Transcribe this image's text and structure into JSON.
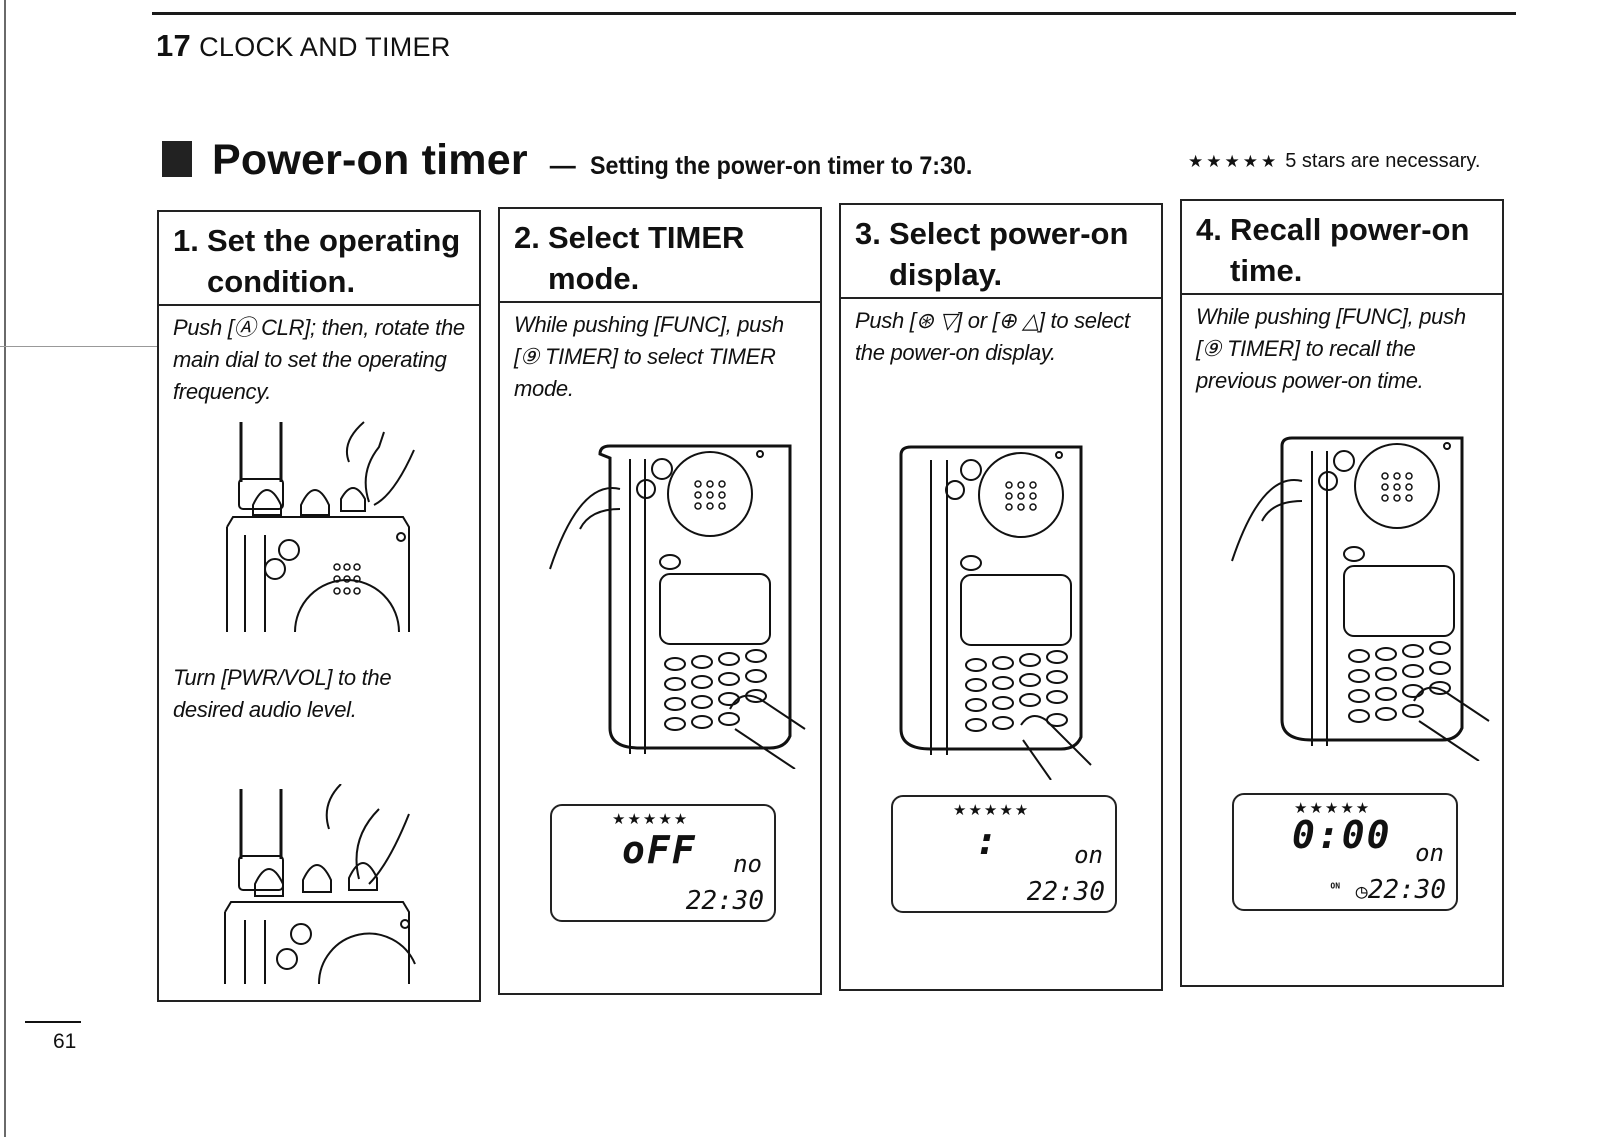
{
  "chapter": {
    "number": "17",
    "title": "CLOCK AND TIMER"
  },
  "section": {
    "title": "Power-on timer",
    "dash": "—",
    "subtitle": "Setting the power-on timer to 7:30.",
    "note_stars": "★★★★★",
    "note_text": "5 stars are necessary."
  },
  "steps": [
    {
      "number": "1.",
      "title_line1": "Set the operating",
      "title_line2": "condition.",
      "instruction": "Push [Ⓐ CLR]; then, rotate the main dial to set the operating frequency.",
      "instruction2": "Turn [PWR/VOL] to the desired audio level.",
      "illustration_1": "radio-top-finger-on-main-dial",
      "illustration_2": "radio-top-finger-on-pwr-vol-knob"
    },
    {
      "number": "2.",
      "title_line1": "Select TIMER",
      "title_line2": "mode.",
      "instruction": "While pushing [FUNC], push [⑨ TIMER] to select TIMER mode.",
      "illustration": "radio-front-func-and-keypad-press",
      "lcd": {
        "stars": "★★★★★",
        "main": "oFF",
        "mode": "no",
        "clock": "22:30"
      }
    },
    {
      "number": "3.",
      "title_line1": "Select power-on",
      "title_line2": "display.",
      "instruction": "Push [⊛ ▽] or [⊕ △] to select the power-on display.",
      "illustration": "radio-front-keypad-press",
      "lcd": {
        "stars": "★★★★★",
        "main": ":",
        "mode": "on",
        "clock": "22:30"
      }
    },
    {
      "number": "4.",
      "title_line1": "Recall power-on",
      "title_line2": "time.",
      "instruction": "While pushing [FUNC], push [⑨ TIMER] to recall the previous power-on time.",
      "illustration": "radio-front-func-and-keypad-press",
      "lcd": {
        "stars": "★★★★★",
        "main": "0:00",
        "mode": "on",
        "on_flag": "ON",
        "clock_icon": "◷",
        "clock": "22:30"
      }
    }
  ],
  "page_number": "61"
}
